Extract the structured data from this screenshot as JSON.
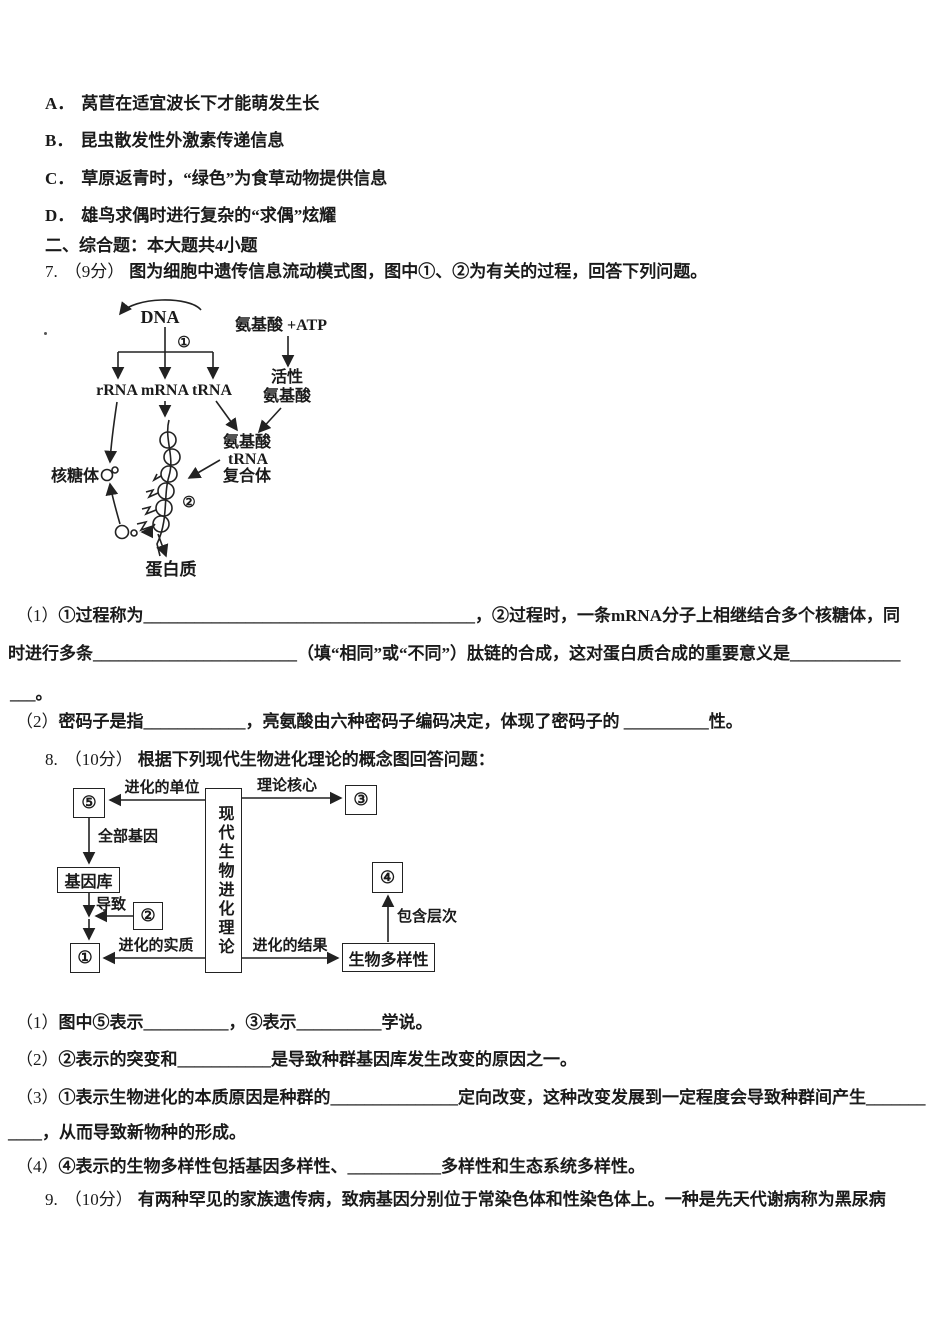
{
  "page": {
    "background": "#ffffff",
    "text_color": "#1a1a1a"
  },
  "options": [
    {
      "label": "A．",
      "text": "莴苣在适宜波长下才能萌发生长"
    },
    {
      "label": "B．",
      "text": "昆虫散发性外激素传递信息"
    },
    {
      "label": "C．",
      "text": "草原返青时，“绿色”为食草动物提供信息"
    },
    {
      "label": "D．",
      "text": "雄鸟求偶时进行复杂的“求偶”炫耀"
    }
  ],
  "section": {
    "title": "二、综合题：本大题共4小题"
  },
  "q7": {
    "number": "7.",
    "score": "（9分）",
    "stem": "图为细胞中遗传信息流动模式图，图中①、②为有关的过程，回答下列问题。",
    "diagram": {
      "dna": "DNA",
      "step1": "①",
      "step2": "②",
      "rrna": "rRNA",
      "mrna": "mRNA",
      "trna": "tRNA",
      "amino_atp": "氨基酸 +ATP",
      "active_line1": "活性",
      "active_line2": "氨基酸",
      "complex_line1": "氨基酸",
      "complex_line2": "tRNA",
      "complex_line3": "复合体",
      "ribosome": "核糖体",
      "protein": "蛋白质"
    },
    "sub1": [
      {
        "prefix": "（1）",
        "text": "①过程称为_______________________________________，②过程时，一条mRNA分子上相继结合多个核糖体，同"
      },
      {
        "prefix": "",
        "text": "时进行多条________________________（填“相同”或“不同”）肽链的合成，这对蛋白质合成的重要意义是_____________"
      },
      {
        "prefix": "",
        "text": "___。"
      }
    ],
    "sub2": {
      "prefix": "（2）",
      "text": "密码子是指____________，亮氨酸由六种密码子编码决定，体现了密码子的 __________性。"
    }
  },
  "q8": {
    "number": "8.",
    "score": "（10分）",
    "stem": "根据下列现代生物进化理论的概念图回答问题：",
    "diagram": {
      "center": "现代生物进化理论",
      "box5": "⑤",
      "box3": "③",
      "box2": "②",
      "box1": "①",
      "box4": "④",
      "gene_pool": "基因库",
      "biodiversity": "生物多样性",
      "label_unit": "进化的单位",
      "label_core": "理论核心",
      "label_all_genes": "全部基因",
      "label_cause": "导致",
      "label_essence": "进化的实质",
      "label_result": "进化的结果",
      "label_levels": "包含层次"
    },
    "sub1": {
      "prefix": "（1）",
      "text": "图中⑤表示__________，③表示__________学说。"
    },
    "sub2": {
      "prefix": "（2）",
      "text": "②表示的突变和___________是导致种群基因库发生改变的原因之一。"
    },
    "sub3": [
      {
        "prefix": "（3）",
        "text": "①表示生物进化的本质原因是种群的_______________定向改变，这种改变发展到一定程度会导致种群间产生_______"
      },
      {
        "prefix": "",
        "text": "____，从而导致新物种的形成。"
      }
    ],
    "sub4": {
      "prefix": "（4）",
      "text": "④表示的生物多样性包括基因多样性、___________多样性和生态系统多样性。"
    }
  },
  "q9": {
    "number": "9.",
    "score": "（10分）",
    "stem": "有两种罕见的家族遗传病，致病基因分别位于常染色体和性染色体上。一种是先天代谢病称为黑尿病"
  }
}
